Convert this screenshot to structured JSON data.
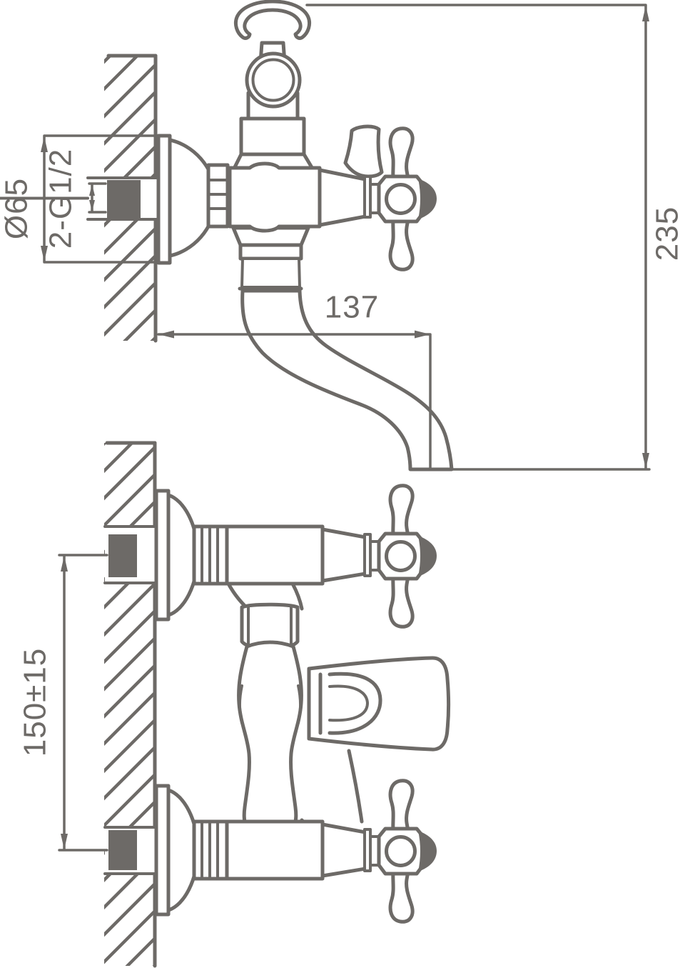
{
  "drawing": {
    "background_color": "#ffffff",
    "line_color": "#6d6a67",
    "labels": {
      "flange_diameter": "Ø65",
      "inlet_thread": "2-G1/2",
      "spout_reach": "137",
      "mount_height": "235",
      "inlet_spacing": "150±15"
    }
  }
}
